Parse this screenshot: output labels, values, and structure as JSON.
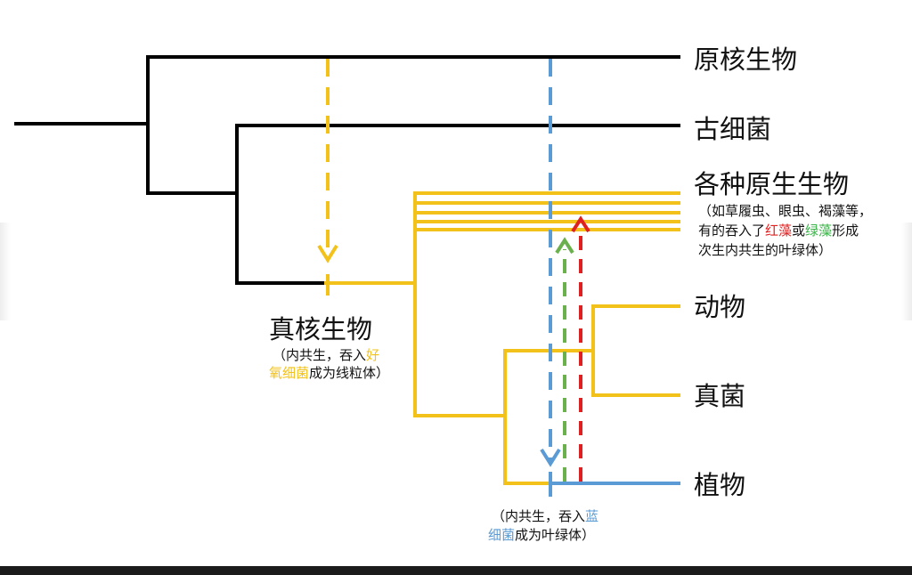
{
  "colors": {
    "black": "#000000",
    "yellow": "#f2c21b",
    "blue": "#5b9bd5",
    "green": "#6ab04c",
    "red": "#e02020",
    "text": "#111111"
  },
  "labels": {
    "prokaryote": "原核生物",
    "archaea": "古细菌",
    "protists": "各种原生生物",
    "animals": "动物",
    "fungi": "真菌",
    "plants": "植物",
    "eukaryote": "真核生物"
  },
  "notes": {
    "protists": {
      "line1": "（如草履虫、眼虫、褐藻等，",
      "line2_a": "有的吞入了",
      "line2_b": "红藻",
      "line2_c": "或",
      "line2_d": "绿藻",
      "line2_e": "形成",
      "line3": "次生内共生的叶绿体）"
    },
    "eukaryote": {
      "line1_a": "（内共生，吞入",
      "line1_b": "好",
      "line2_a": "氧细菌",
      "line2_b": "成为线粒体）"
    },
    "plants": {
      "line1_a": "（内共生，吞入",
      "line1_b": "蓝",
      "line2_a": "细菌",
      "line2_b": "成为叶绿体）"
    }
  }
}
